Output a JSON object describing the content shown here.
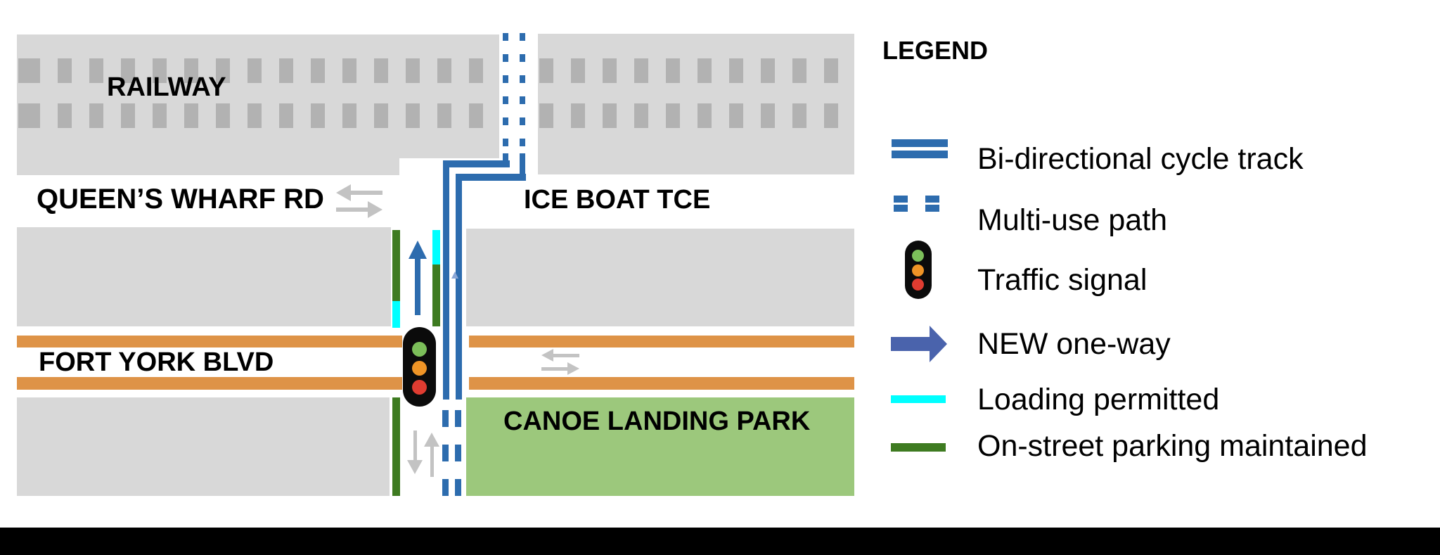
{
  "map": {
    "labels": {
      "railway": "RAILWAY",
      "queens_wharf_rd": "QUEEN’S WHARF RD",
      "ice_boat_tce": "ICE BOAT TCE",
      "fort_york_blvd": "FORT YORK BLVD",
      "canoe_landing_park": "CANOE LANDING PARK"
    }
  },
  "legend": {
    "title": "LEGEND",
    "items": [
      {
        "label": "Bi-directional cycle track",
        "symbol": "bi-directional-cycle-track",
        "color": "#2d6cae"
      },
      {
        "label": "Multi-use path",
        "symbol": "multi-use-path",
        "color": "#2d6cae"
      },
      {
        "label": "Traffic signal",
        "symbol": "traffic-signal",
        "colors": [
          "#7cbf5a",
          "#ef9426",
          "#e03c31"
        ]
      },
      {
        "label": "NEW one-way",
        "symbol": "new-one-way-arrow",
        "color": "#4a63ac"
      },
      {
        "label": "Loading permitted",
        "symbol": "loading-permitted-bar",
        "color": "#00ffff"
      },
      {
        "label": "On-street parking maintained",
        "symbol": "on-street-parking-bar",
        "color": "#3e7b21"
      }
    ]
  },
  "colors": {
    "cycle_track_blue": "#2d6cae",
    "legend_one_way_blue": "#4a63ac",
    "loading_cyan": "#00ffff",
    "parking_green": "#3e7b21",
    "park_green": "#9cc87c",
    "road_edge_orange": "#de9347",
    "block_gray": "#d8d8d8",
    "railway_tie_gray": "#b2b2b2",
    "direction_arrow_gray": "#c3c3c3",
    "signal_green": "#7cbf5a",
    "signal_amber": "#ef9426",
    "signal_red": "#e03c31"
  }
}
